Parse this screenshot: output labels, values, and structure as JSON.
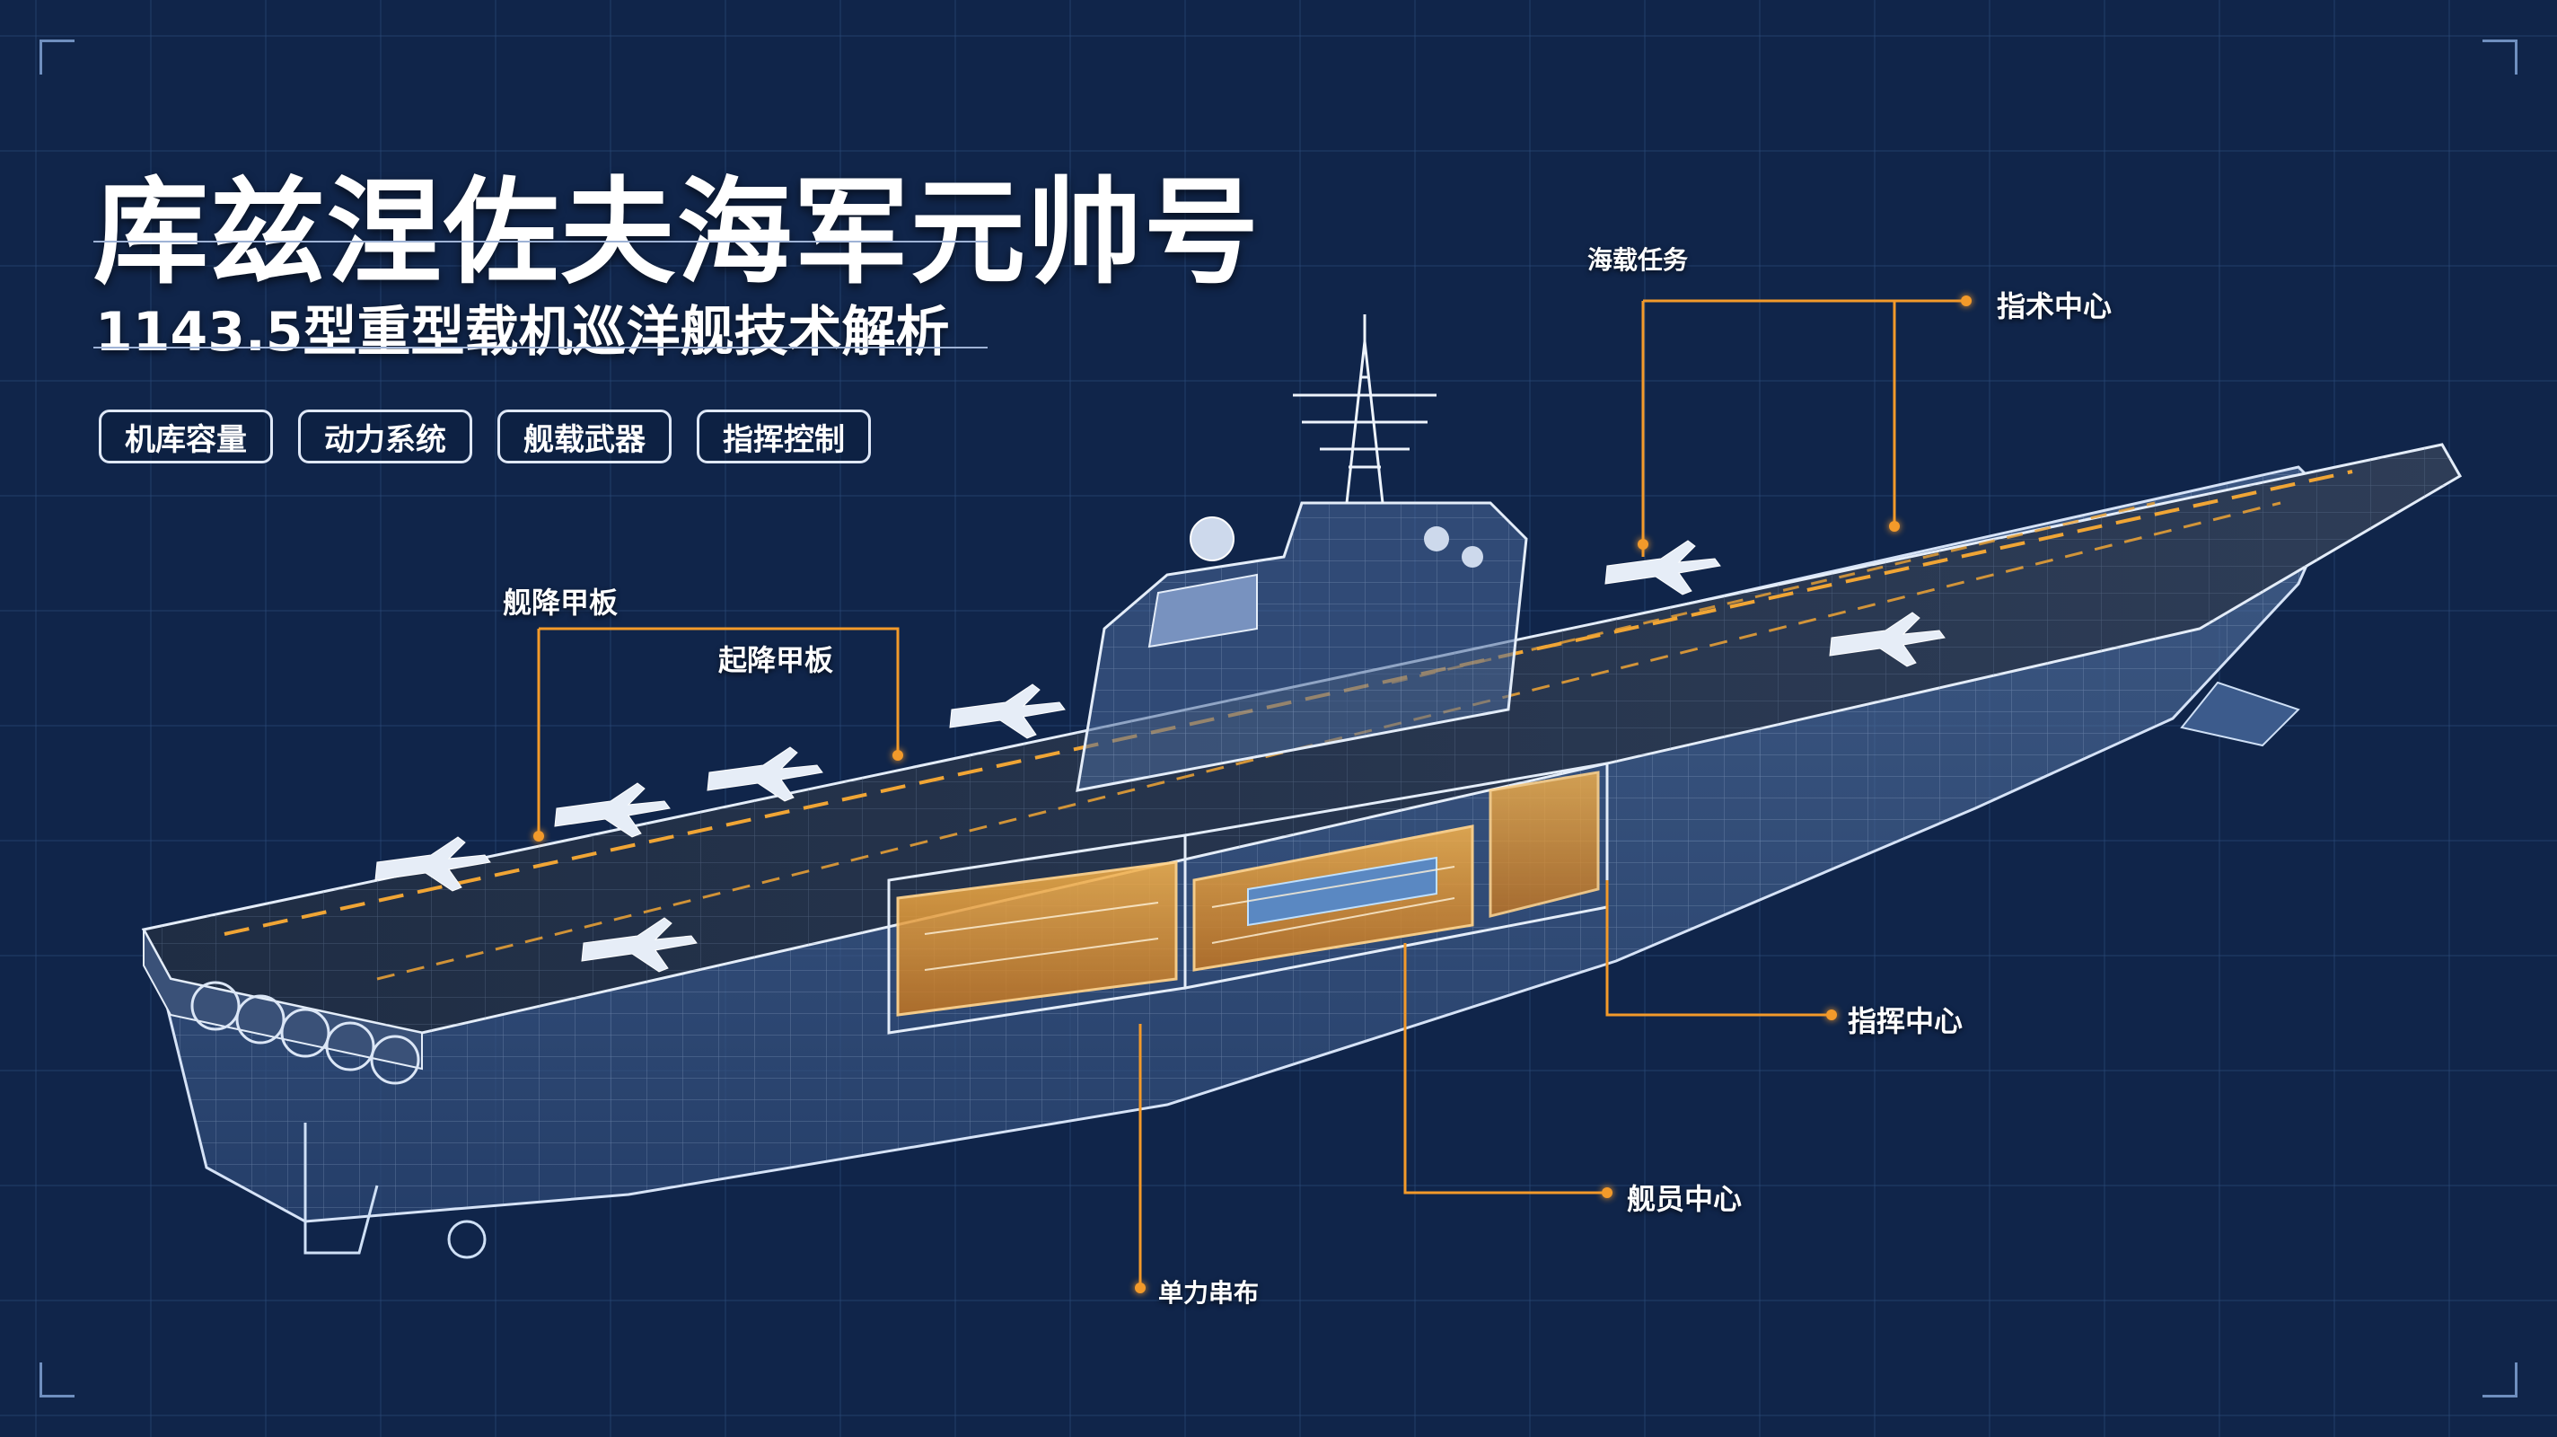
{
  "header": {
    "title": "库兹涅佐夫海军元帅号",
    "subtitle": "1143.5型重型载机巡洋舰技术解析"
  },
  "tabs": [
    "机库容量",
    "动力系统",
    "舰载武器",
    "指挥控制"
  ],
  "callouts": {
    "top_mission": "海载任务",
    "command_upper": "指术中心",
    "landing_deck": "舰降甲板",
    "flight_deck": "起降甲板",
    "command_center": "指挥中心",
    "crew_center": "舰员中心",
    "power_system": "单力串布"
  },
  "colors": {
    "background": "#10254a",
    "grid": "#2b4a7a",
    "accent_orange": "#f39a2a",
    "wireframe": "#c9d9f2"
  }
}
